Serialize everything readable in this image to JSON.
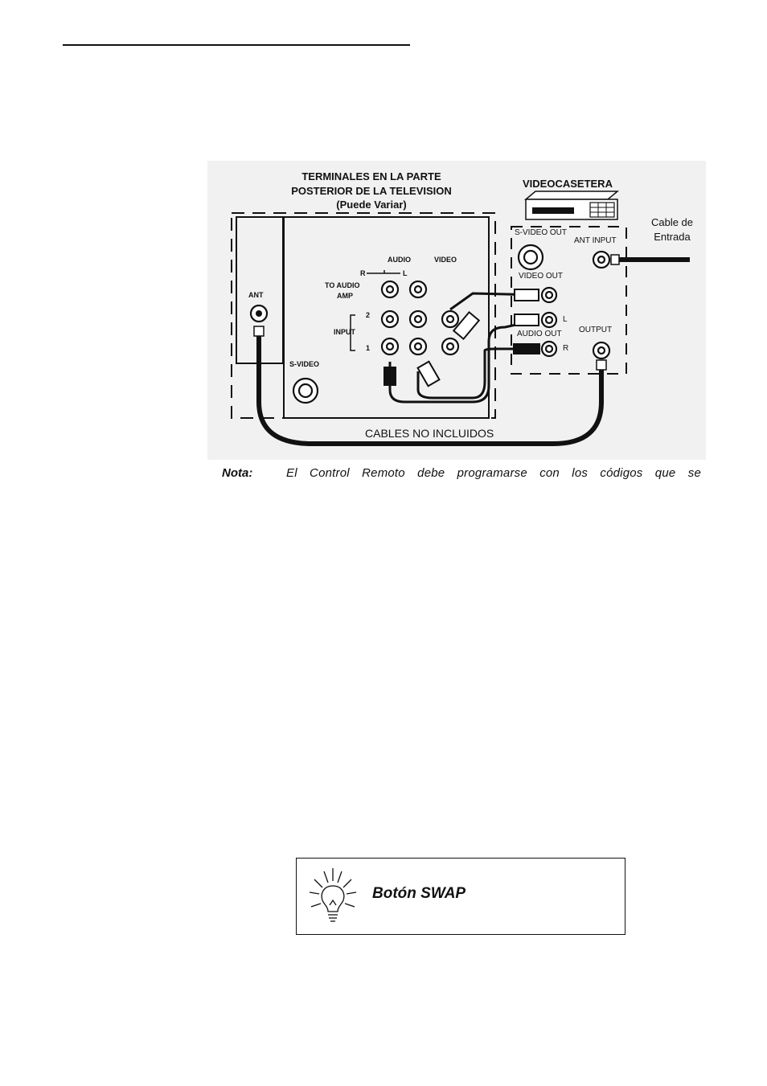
{
  "diagram": {
    "tv_title_line1": "TERMINALES EN LA PARTE",
    "tv_title_line2": "POSTERIOR DE LA TELEVISION",
    "tv_title_line3": "(Puede Variar)",
    "vcr_title": "VIDEOCASETERA",
    "cable_label_line1": "Cable de",
    "cable_label_line2": "Entrada",
    "label_ant": "ANT",
    "label_audio": "AUDIO",
    "label_video": "VIDEO",
    "label_r": "R",
    "label_l": "L",
    "label_to_audio_amp_1": "TO AUDIO",
    "label_to_audio_amp_2": "AMP",
    "label_input": "INPUT",
    "label_input_2": "2",
    "label_input_1": "1",
    "label_s_video": "S-VIDEO",
    "label_s_video_out": "S-VIDEO OUT",
    "label_ant_input": "ANT INPUT",
    "label_video_out": "VIDEO OUT",
    "label_vcr_l": "L",
    "label_audio_out": "AUDIO OUT",
    "label_vcr_r": "R",
    "label_output": "OUTPUT",
    "cables_not_included": "CABLES NO INCLUIDOS"
  },
  "note": {
    "label": "Nota:",
    "text": "El Control Remoto debe programarse con los códigos que se"
  },
  "tip": {
    "icon": "lightbulb-icon",
    "title": "Botón SWAP"
  }
}
